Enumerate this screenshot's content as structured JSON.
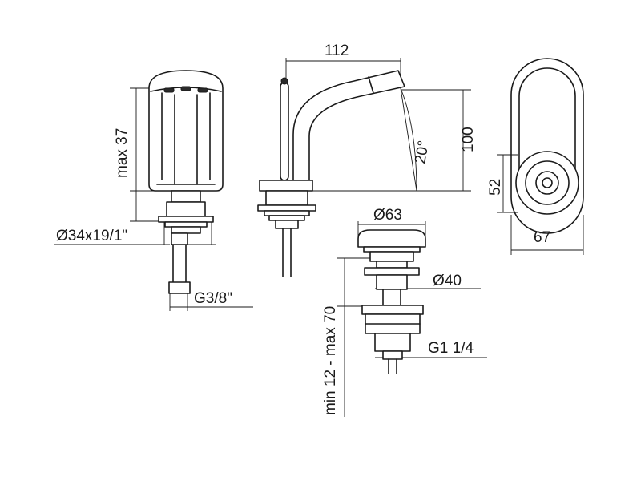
{
  "dimensions": {
    "spout_reach": "112",
    "height": "100",
    "spout_angle": "20°",
    "handle_max_height": "max 37",
    "base_thread": "Ø34x19/1\"",
    "supply_thread": "G3/8\"",
    "base_depth": "52",
    "base_width": "67",
    "drain_cap_diameter": "Ø63",
    "drain_body_diameter": "Ø40",
    "drain_thread": "G1 1/4",
    "drain_range": "min 12 - max 70"
  },
  "colors": {
    "line": "#1a1a1a",
    "background": "#ffffff"
  }
}
